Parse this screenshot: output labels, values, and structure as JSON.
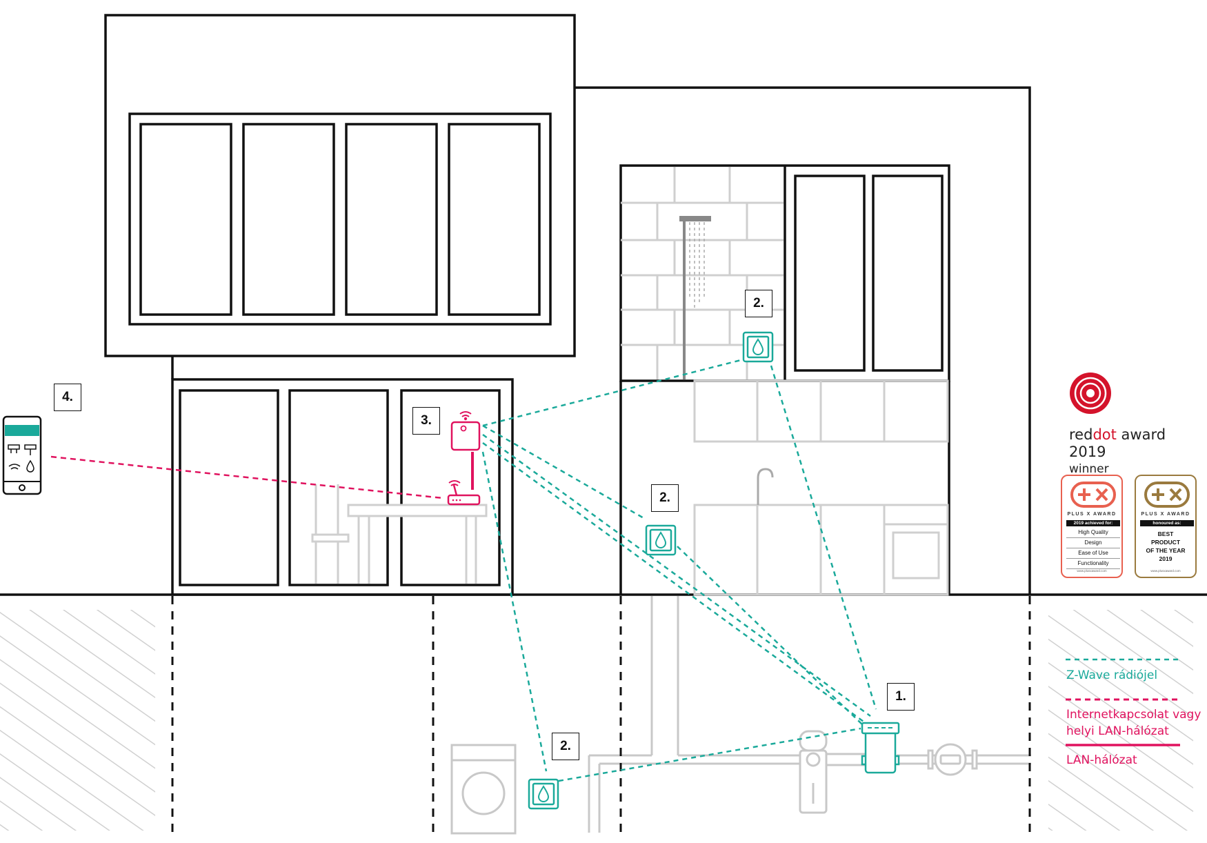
{
  "labels": {
    "sensor_top": "2.",
    "sensor_mid": "2.",
    "sensor_bottom": "2.",
    "hub": "3.",
    "controller": "1.",
    "phone": "4."
  },
  "legend": {
    "zwave": "Z-Wave rádiójel",
    "internet_line1": "Internetkapcsolat vagy",
    "internet_line2": "helyi LAN-hálózat",
    "lan": "LAN-hálózat"
  },
  "award": {
    "red_prefix": "red",
    "red_dot": "dot",
    "suffix": " award 2019",
    "winner": "winner"
  },
  "badges": {
    "left": {
      "title": "PLUS X AWARD",
      "band": "2019 achieved for:",
      "items": [
        "High Quality",
        "Design",
        "Ease of Use",
        "Functionality"
      ],
      "url": "www.plusxaward.com"
    },
    "right": {
      "title": "PLUS X AWARD",
      "band": "honoured as:",
      "best_line1": "BEST",
      "best_line2": "PRODUCT",
      "best_line3": "OF THE YEAR",
      "best_line4": "2019",
      "url": "www.plusxaward.com"
    }
  },
  "colors": {
    "zwave": "#1aa99a",
    "internet": "#e0125e",
    "lan": "#e0125e",
    "outline": "#111111",
    "fixture": "#c8c8c8",
    "badge_left": "#e8604f",
    "badge_right": "#9a7a3e"
  },
  "icons": [
    "smartphone-icon",
    "wifi-icon",
    "water-drop-icon",
    "router-icon",
    "hub-icon",
    "controller-icon",
    "shower-icon",
    "faucet-icon",
    "washing-machine-icon",
    "reddot-logo-icon"
  ]
}
